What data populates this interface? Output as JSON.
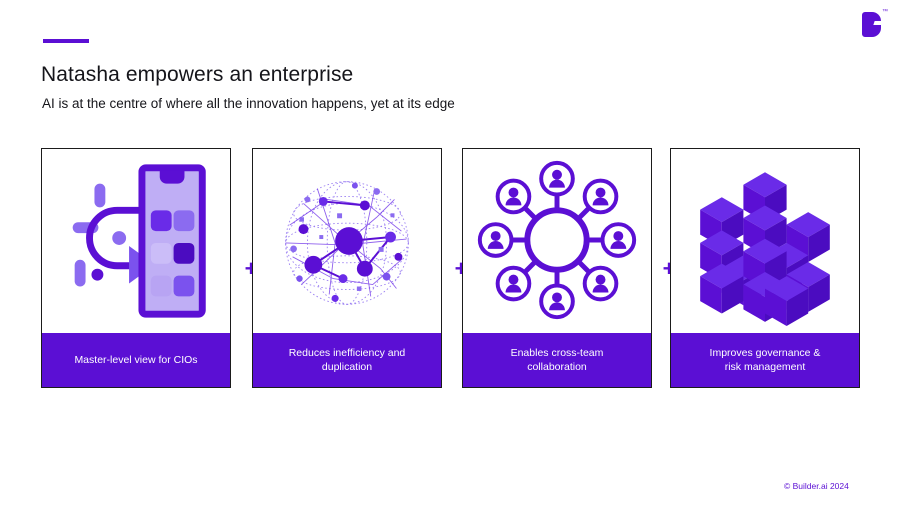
{
  "brand": {
    "logo_name": "builder-ai-logo",
    "logo_letter": "B",
    "trademark": "™",
    "accent_color": "#5B0FD4"
  },
  "header": {
    "title": "Natasha empowers an enterprise",
    "subtitle": "AI is at the centre of where all the innovation happens, yet at its edge"
  },
  "cards": [
    {
      "icon": "mobile-dashboard-icon",
      "label": "Master-level view for CIOs"
    },
    {
      "icon": "network-globe-icon",
      "label": "Reduces inefficiency and\nduplication"
    },
    {
      "icon": "team-collaboration-hub-icon",
      "label": "Enables cross-team\ncollaboration"
    },
    {
      "icon": "isometric-cubes-icon",
      "label": "Improves governance &\nrisk management"
    }
  ],
  "separators": {
    "symbol": "+"
  },
  "footer": {
    "copyright": "© Builder.ai 2024"
  },
  "palette": {
    "primary_purple": "#5B0FD4",
    "deep_purple": "#4B0CC0",
    "mid_purple": "#6A2BE8",
    "light_lavender": "#BFAEF5",
    "pale_lavender": "#D6CBFA",
    "card_border": "#1b1b1b",
    "background": "#ffffff"
  }
}
